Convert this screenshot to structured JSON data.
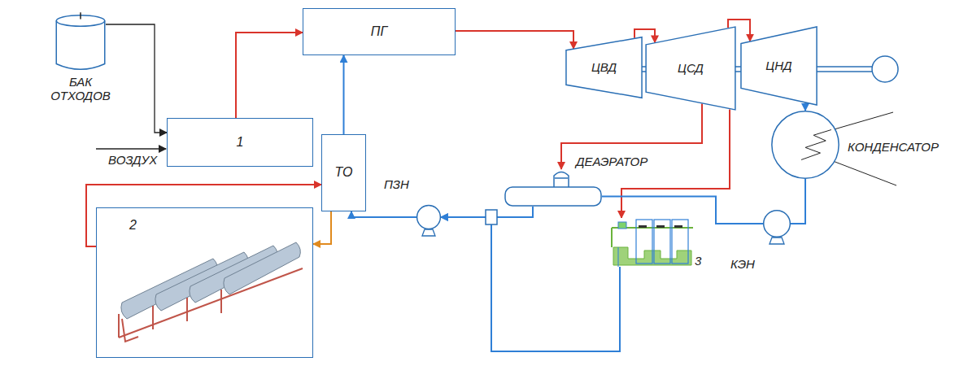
{
  "diagram": {
    "nodes": [
      {
        "text": [
          "БАК ОТХОДОВ"
        ]
      },
      {
        "text": [
          "ПГ"
        ]
      },
      {
        "text": [
          "1"
        ]
      },
      {
        "text": [
          "ЦВД"
        ]
      },
      {
        "text": [
          "ЦСД"
        ]
      },
      {
        "text": [
          "ЦНД"
        ]
      },
      {
        "text": [
          "КОНДЕНСАТОР"
        ]
      },
      {
        "text": [
          "ТО"
        ]
      },
      {
        "text": [
          "ДЕАЭРАТОР"
        ]
      },
      {
        "text": [
          "ПЗН"
        ]
      },
      {
        "text": [
          "КЭН"
        ]
      },
      {
        "text": [
          "2"
        ]
      },
      {
        "text": [
          "3"
        ]
      }
    ],
    "edges": [
      {
        "from": 0,
        "to": 2,
        "arrow": "to"
      },
      {
        "from": 2,
        "to": 1,
        "arrow": "to"
      },
      {
        "from": 7,
        "to": 1,
        "arrow": "to"
      },
      {
        "from": 1,
        "to": 3,
        "arrow": "to"
      },
      {
        "from": 3,
        "to": 4,
        "arrow": "to"
      },
      {
        "from": 4,
        "to": 5,
        "arrow": "to"
      },
      {
        "from": 4,
        "to": 8,
        "arrow": "to"
      },
      {
        "from": 4,
        "to": 12,
        "arrow": "to"
      },
      {
        "from": 5,
        "to": 6,
        "arrow": "to"
      },
      {
        "from": 6,
        "to": 10,
        "arrow": "none"
      },
      {
        "from": 10,
        "to": 8,
        "arrow": "none"
      },
      {
        "from": 8,
        "to": 9,
        "arrow": "to"
      },
      {
        "from": 12,
        "to": 9,
        "arrow": "to"
      },
      {
        "from": 9,
        "to": 7,
        "arrow": "to"
      },
      {
        "from": 11,
        "to": 7,
        "arrow": "to"
      },
      {
        "from": 7,
        "to": 11,
        "arrow": "to"
      }
    ],
    "labels": [
      "ВОЗДУХ"
    ]
  }
}
